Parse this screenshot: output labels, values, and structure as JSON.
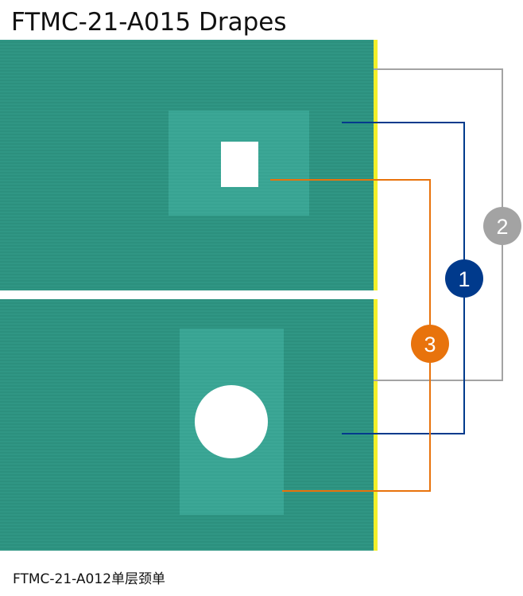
{
  "title": "FTMC-21-A015 Drapes",
  "caption": "FTMC-21-A012单层颈单",
  "callouts": [
    {
      "label": "1",
      "color": "#003A8C"
    },
    {
      "label": "2",
      "color": "#A3A3A3"
    },
    {
      "label": "3",
      "color": "#E8730C"
    }
  ],
  "colors": {
    "drape": "#2E9582",
    "drape_dark": "#277F6F",
    "fenestration_patch": "#3AA594",
    "edge_stripe": "#F2EF2A"
  }
}
